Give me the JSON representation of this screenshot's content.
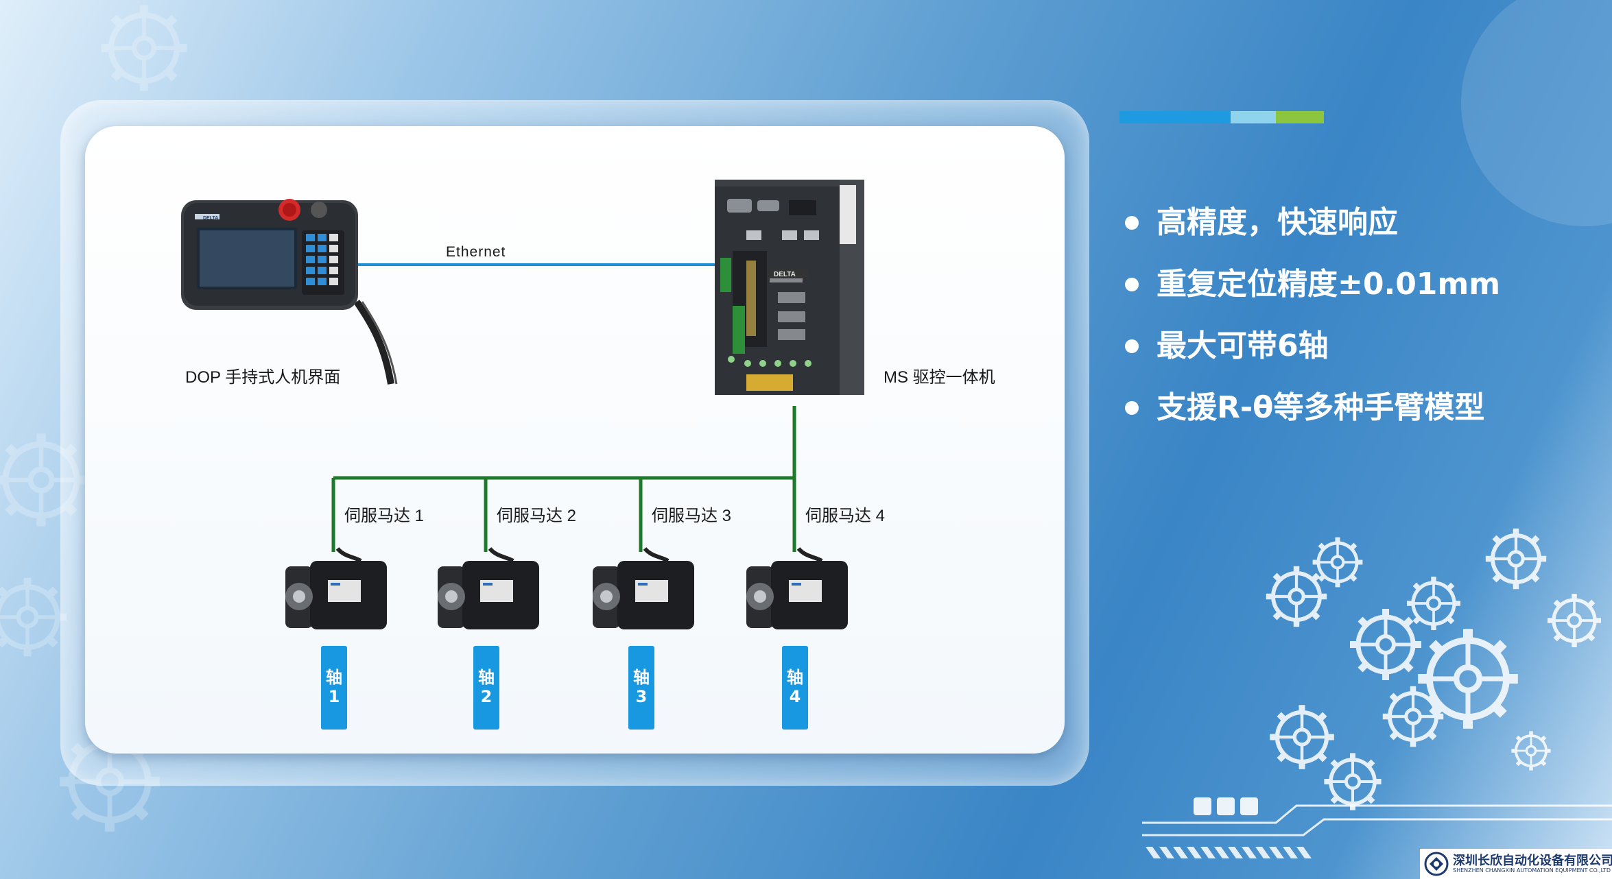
{
  "diagram": {
    "link_label": "Ethernet",
    "pendant_label": "DOP 手持式人机界面",
    "drive_label": "MS 驱控一体机",
    "motors": [
      {
        "label": "伺服马达 1",
        "axis_char": "轴",
        "axis_num": "1"
      },
      {
        "label": "伺服马达 2",
        "axis_char": "轴",
        "axis_num": "2"
      },
      {
        "label": "伺服马达 3",
        "axis_char": "轴",
        "axis_num": "3"
      },
      {
        "label": "伺服马达 4",
        "axis_char": "轴",
        "axis_num": "4"
      }
    ],
    "device_brand": "DELTA"
  },
  "features": [
    "高精度，快速响应",
    "重复定位精度±0.01mm",
    "最大可带6轴",
    "支援R-θ等多种手臂模型"
  ],
  "company": {
    "name": "深圳长欣自动化设备有限公司",
    "name_en": "SHENZHEN CHANGXIN AUTOMATION EQUIPMENT CO.,LTD"
  },
  "colors": {
    "ethernet_line": "#1c8fd6",
    "motor_bus": "#1e7a2a",
    "axis_tag": "#1898e0",
    "accent_bar": [
      "#1e9be0",
      "#8fd3ec",
      "#8cc63f"
    ]
  },
  "icons": [
    "gear-icon",
    "teach-pendant-image",
    "servo-drive-image",
    "servo-motor-image"
  ]
}
